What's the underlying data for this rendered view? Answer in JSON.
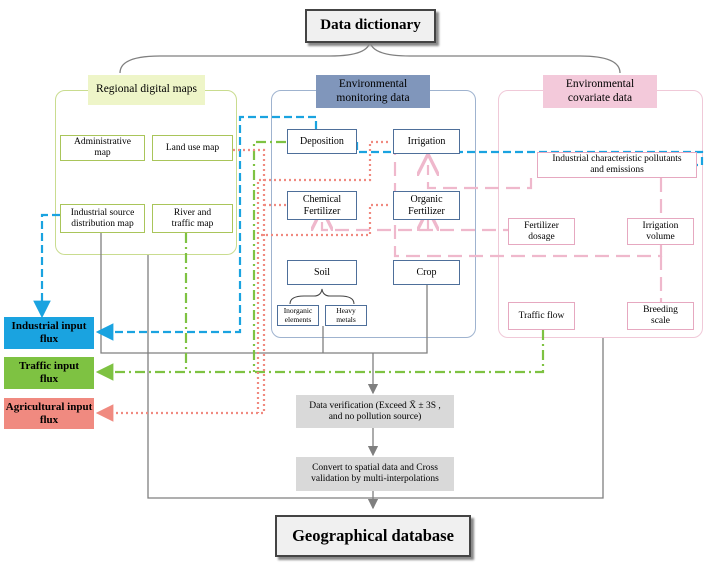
{
  "title": "Data dictionary",
  "bottom": "Geographical database",
  "groups": {
    "maps": {
      "label": "Regional digital maps",
      "items": [
        "Administrative map",
        "Land use map",
        "Industrial source distribution map",
        "River and traffic map"
      ]
    },
    "monitoring": {
      "label": "Environmental monitoring data",
      "items": [
        "Deposition",
        "Irrigation",
        "Chemical Fertilizer",
        "Organic Fertilizer",
        "Soil",
        "Crop",
        "Inorganic elements",
        "Heavy metals"
      ]
    },
    "covariate": {
      "label": "Environmental covariate data",
      "items": [
        "Industrial characteristic pollutants and emissions",
        "Fertilizer dosage",
        "Irrigation volume",
        "Traffic flow",
        "Breeding scale"
      ]
    }
  },
  "flux": {
    "industrial": "Industrial input flux",
    "traffic": "Traffic input flux",
    "agricultural": "Agricultural input flux"
  },
  "process": {
    "verify_line1": "Data verification (Exceed X̄ ± 3S ,",
    "verify_line2": "and no pollution source)",
    "convert_line1": "Convert to spatial data and Cross",
    "convert_line2": "validation by multi-interpolations"
  },
  "colors": {
    "industrial": "#1aa3e0",
    "traffic": "#7ec242",
    "agricultural": "#f08a80",
    "monitoring_header": "#8096bb",
    "maps_header": "#eef5c8",
    "covariate_header": "#f3c9da"
  }
}
